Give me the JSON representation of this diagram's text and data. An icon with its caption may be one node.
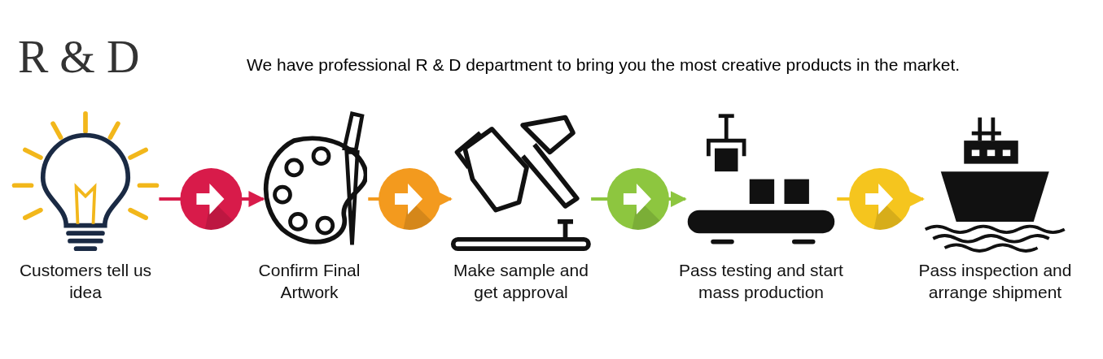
{
  "diagram": {
    "title": "R & D",
    "nodes": [
      {
        "text": [
          "Customers tell us idea"
        ]
      },
      {
        "text": [
          "Confirm Final Artwork"
        ]
      },
      {
        "text": [
          "Make sample and get approval"
        ]
      },
      {
        "text": [
          "Pass testing and start mass production"
        ]
      },
      {
        "text": [
          "Pass inspection and arrange shipment"
        ]
      }
    ],
    "edges": [
      {
        "from": 0,
        "to": 1,
        "arrow": "to",
        "color": "#d81b4a"
      },
      {
        "from": 1,
        "to": 2,
        "arrow": "to",
        "color": "#f39a1e"
      },
      {
        "from": 2,
        "to": 3,
        "arrow": "to",
        "color": "#8dc63f"
      },
      {
        "from": 3,
        "to": 4,
        "arrow": "to",
        "color": "#f5c51e"
      }
    ],
    "labels": [
      "We have professional R & D department to bring you the most creative products in the market."
    ]
  }
}
